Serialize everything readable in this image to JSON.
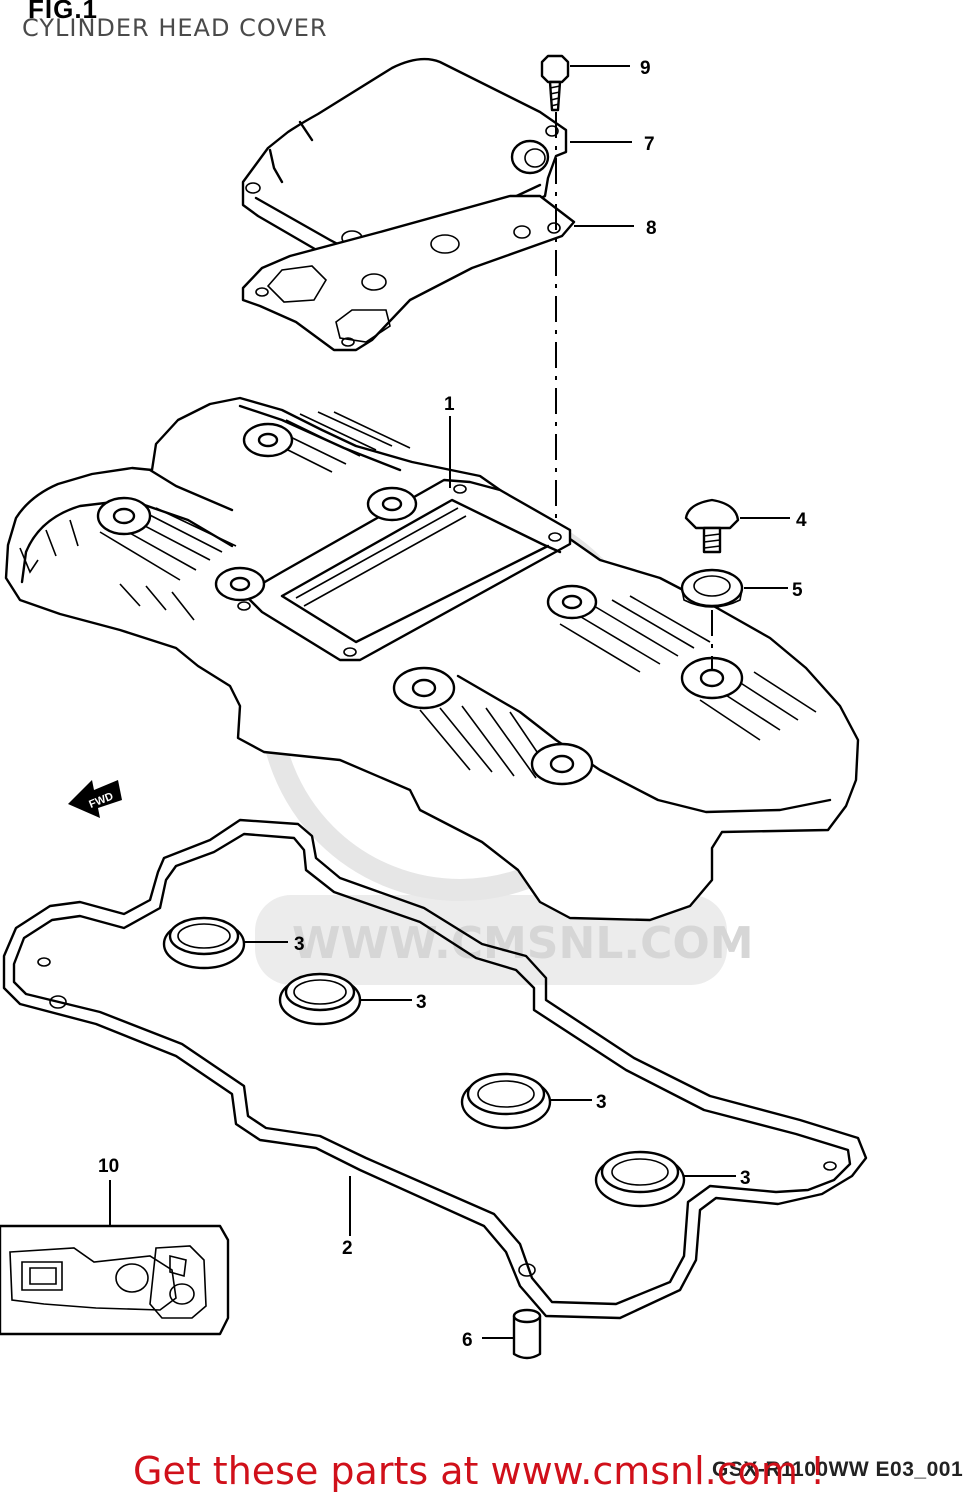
{
  "figure": {
    "label": "FIG.1",
    "title": "CYLINDER HEAD COVER",
    "code": "GSX-R1100WW  E03_001",
    "watermark": "WWW.CMSNL.COM",
    "direction_label": "FWD"
  },
  "callouts": [
    {
      "id": "9",
      "text": "9"
    },
    {
      "id": "7",
      "text": "7"
    },
    {
      "id": "8",
      "text": "8"
    },
    {
      "id": "1",
      "text": "1"
    },
    {
      "id": "4",
      "text": "4"
    },
    {
      "id": "5",
      "text": "5"
    },
    {
      "id": "3a",
      "text": "3"
    },
    {
      "id": "3b",
      "text": "3"
    },
    {
      "id": "3c",
      "text": "3"
    },
    {
      "id": "3d",
      "text": "3"
    },
    {
      "id": "10",
      "text": "10"
    },
    {
      "id": "2",
      "text": "2"
    },
    {
      "id": "6",
      "text": "6"
    }
  ],
  "banner": {
    "text": "Get these parts at www.cmsnl.com !",
    "color": "#d0101a"
  }
}
